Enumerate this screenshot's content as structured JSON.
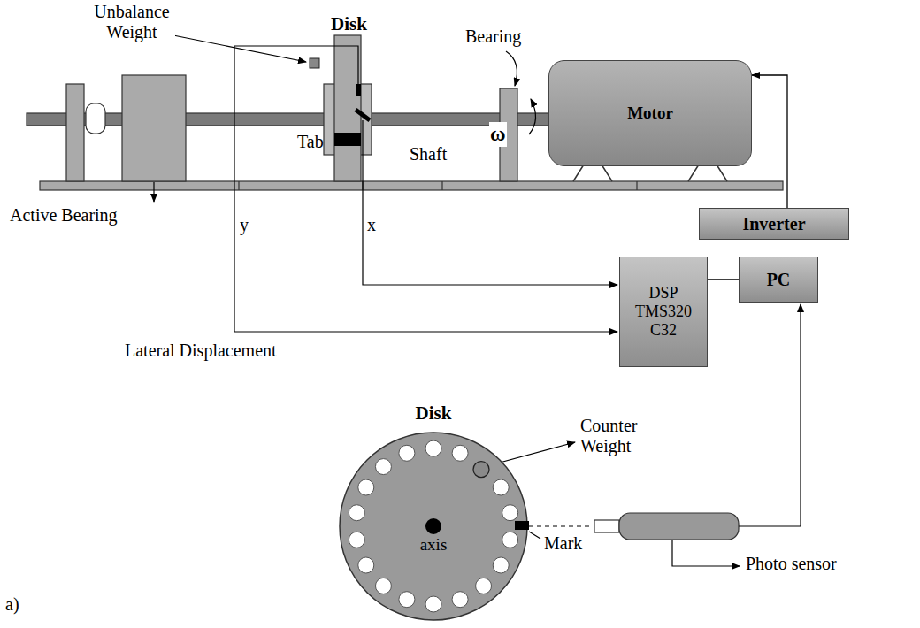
{
  "diagram": {
    "nodes": [
      {
        "text": [
          "Disk",
          "Tab"
        ]
      },
      {
        "text": [
          "Motor"
        ]
      },
      {
        "text": [
          "Inverter"
        ]
      },
      {
        "text": [
          "DSP TMS320 C32"
        ]
      },
      {
        "text": [
          "PC"
        ]
      },
      {
        "text": [
          "Disk",
          "axis"
        ]
      }
    ],
    "edges": [
      {
        "from": 2,
        "to": 1,
        "arrow": "to"
      },
      {
        "from": 3,
        "to": 4,
        "arrow": "none"
      }
    ],
    "labels": [
      "Unbalance Weight",
      "Bearing",
      "ω",
      "Shaft",
      "Active Bearing",
      "y",
      "x",
      "Lateral Displacement",
      "Counter Weight",
      "Mark",
      "Photo sensor",
      "a)"
    ]
  }
}
